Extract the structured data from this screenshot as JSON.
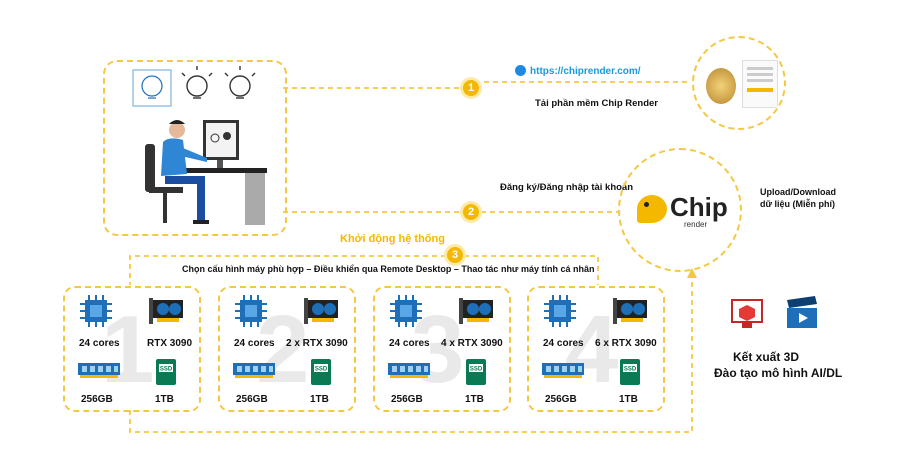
{
  "link": {
    "url": "https://chiprender.com/",
    "caption": "Tải phần mềm Chip Render"
  },
  "login": {
    "label": "Đăng ký/Đăng nhập tài khoản"
  },
  "start": {
    "label": "Khởi động hệ thống"
  },
  "flow": {
    "steps": "Chọn cấu hình máy phù hợp – Điều khiển qua Remote Desktop – Thao tác như máy tính cá nhân"
  },
  "badges": [
    "1",
    "2",
    "3"
  ],
  "upload": {
    "line1": "Upload/Download",
    "line2": "dữ liệu (Miễn phí)"
  },
  "logo": {
    "brand": "Chip",
    "sub": "render"
  },
  "configs": [
    {
      "num": "1",
      "cpu": "24 cores",
      "gpu": "RTX 3090",
      "ram": "256GB",
      "ssd": "1TB"
    },
    {
      "num": "2",
      "cpu": "24 cores",
      "gpu": "2 x RTX 3090",
      "ram": "256GB",
      "ssd": "1TB"
    },
    {
      "num": "3",
      "cpu": "24 cores",
      "gpu": "4 x RTX 3090",
      "ram": "256GB",
      "ssd": "1TB"
    },
    {
      "num": "4",
      "cpu": "24 cores",
      "gpu": "6 x RTX 3090",
      "ram": "256GB",
      "ssd": "1TB"
    }
  ],
  "output": {
    "line1": "Kết xuất 3D",
    "line2": "Đào tạo mô hình AI/DL"
  },
  "icons": [
    "globe-icon",
    "cpu-icon",
    "gpu-icon",
    "ram-icon",
    "ssd-icon",
    "render-box-icon",
    "video-clapper-icon",
    "lightbulb-icon"
  ],
  "colors": {
    "accent": "#f5b800",
    "dashed": "#f5c842",
    "icon_blue": "#1e6fb8",
    "ssd_green": "#0a7a55",
    "render_red": "#c62828"
  }
}
